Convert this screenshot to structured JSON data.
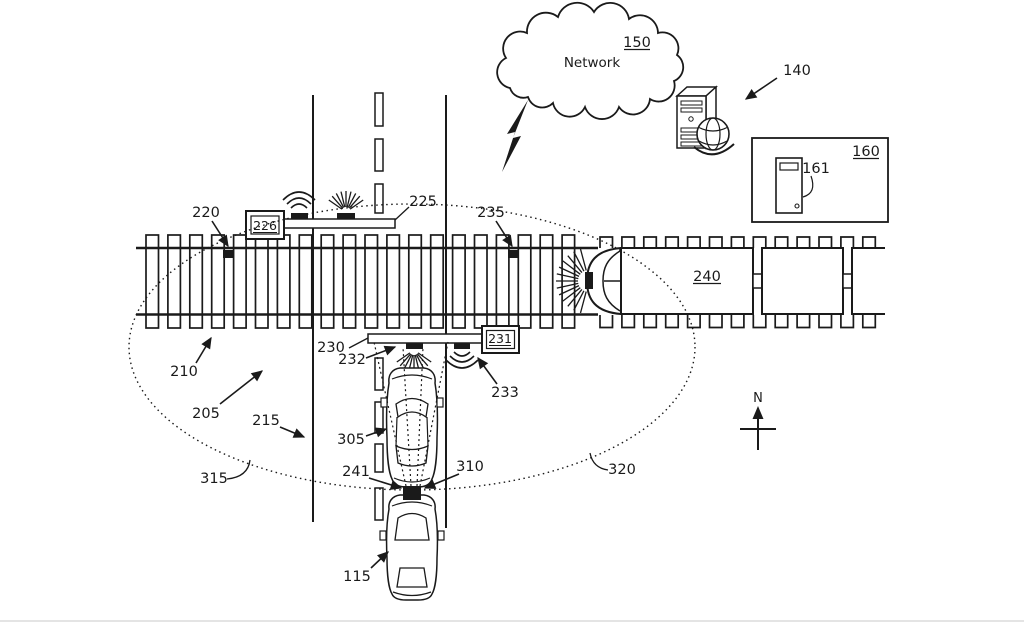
{
  "labels": {
    "network": "Network",
    "compass_north": "N"
  },
  "refs": {
    "network_cloud": "150",
    "remote_server": "140",
    "wayside_box": "160",
    "wayside_computer": "161",
    "track_sensor_left": "220",
    "gate_controller_north": "226",
    "crossing_gate_north": "225",
    "track_sensor_right": "235",
    "train": "240",
    "crossing_gate_south": "230",
    "gate_light_south": "232",
    "gate_controller_south": "231",
    "gate_wireless_south": "233",
    "railroad_track": "210",
    "railroad_bed": "205",
    "road": "215",
    "detection_zone_left": "315",
    "detection_zone_right": "320",
    "lead_vehicle": "305",
    "vehicle_device": "241",
    "vehicle_camera": "310",
    "ego_vehicle": "115"
  }
}
